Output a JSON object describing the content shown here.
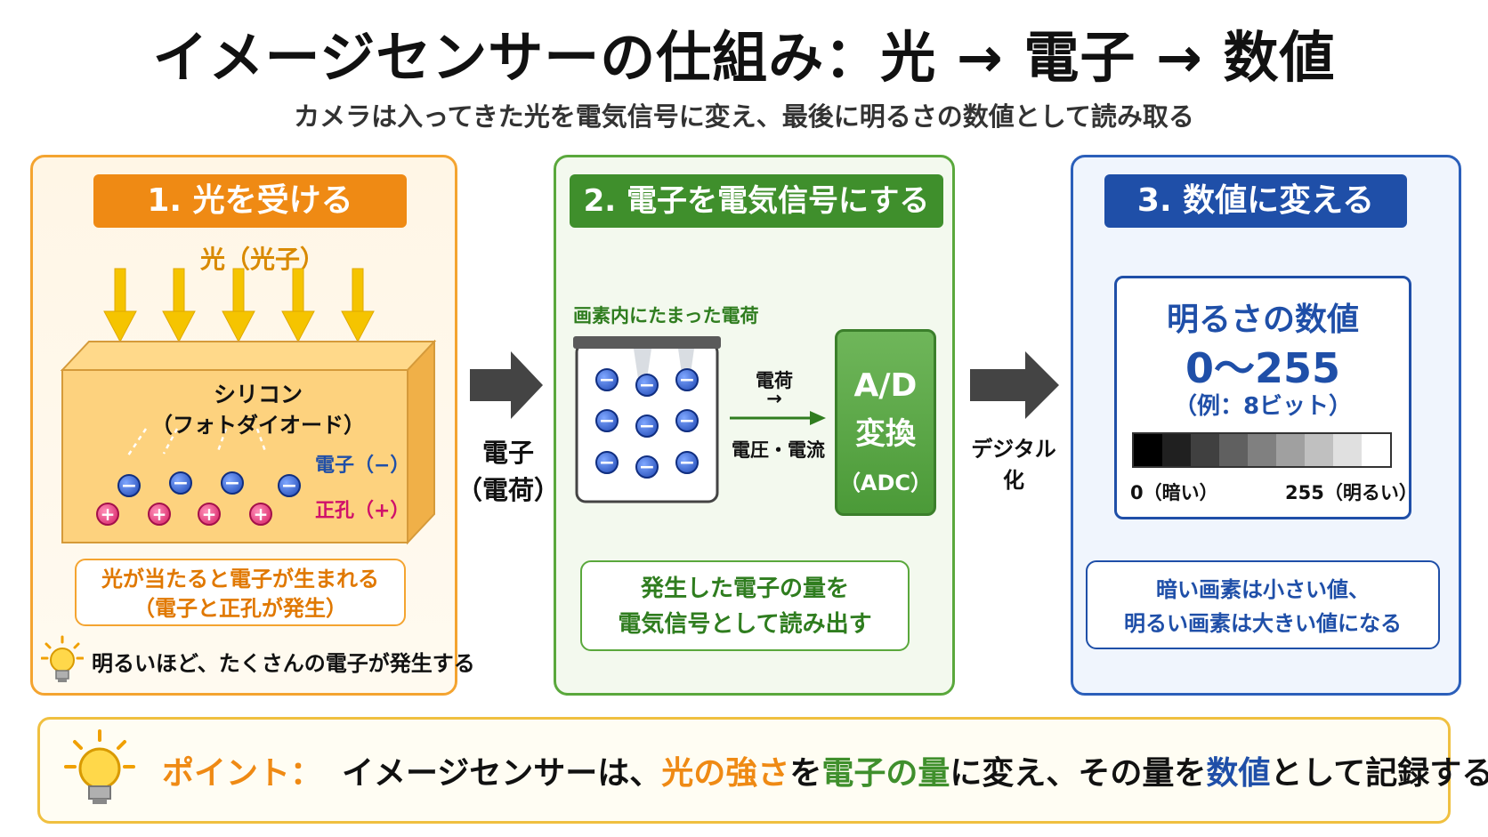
{
  "title": "イメージセンサーの仕組み：光 → 電子 → 数値",
  "subtitle": "カメラは入ってきた光を電気信号に変え、最後に明るさの数値として読み取る",
  "step1": {
    "heading": "1. 光を受ける",
    "light_label": "光（光子）",
    "block_title": "シリコン",
    "block_subtitle": "（フォトダイオード）",
    "electron_label": "電子（−）",
    "hole_label": "正孔（+）",
    "note_line1": "光が当たると電子が生まれる",
    "note_line2": "（電子と正孔が発生）",
    "tip": "明るいほど、たくさんの電子が発生する"
  },
  "flow1": {
    "line1": "電子",
    "line2": "（電荷）"
  },
  "step2": {
    "heading": "2. 電子を電気信号にする",
    "pixel_label": "画素内にたまった電荷",
    "charge_label": "電荷",
    "charge_arrow": "→",
    "voltage_label": "電圧・電流",
    "adc_line1": "A/D",
    "adc_line2": "変換",
    "adc_line3": "（ADC）",
    "note_line1": "発生した電子の量を",
    "note_line2": "電気信号として読み出す"
  },
  "flow2": {
    "label": "デジタル化"
  },
  "step3": {
    "heading": "3. 数値に変える",
    "value_title": "明るさの数値",
    "value_range": "0〜255",
    "value_example": "（例：8ビット）",
    "dark_label": "0（暗い）",
    "bright_label": "255（明るい）",
    "gradient_levels": [
      0,
      32,
      64,
      96,
      128,
      160,
      192,
      224,
      255
    ],
    "note_line1": "暗い画素は小さい値、",
    "note_line2": "明るい画素は大きい値になる"
  },
  "point": {
    "head": "ポイント：",
    "t1": "イメージセンサーは、",
    "t2": "光の強さ",
    "t3": "を",
    "t4": "電子の量",
    "t5": "に変え、その量を",
    "t6": "数値",
    "t7": "として記録する。"
  },
  "colors": {
    "orange": "#ef8a14",
    "green": "#3f8f2c",
    "blue": "#1f4fa8",
    "yellow_arrow": "#f5c400"
  }
}
